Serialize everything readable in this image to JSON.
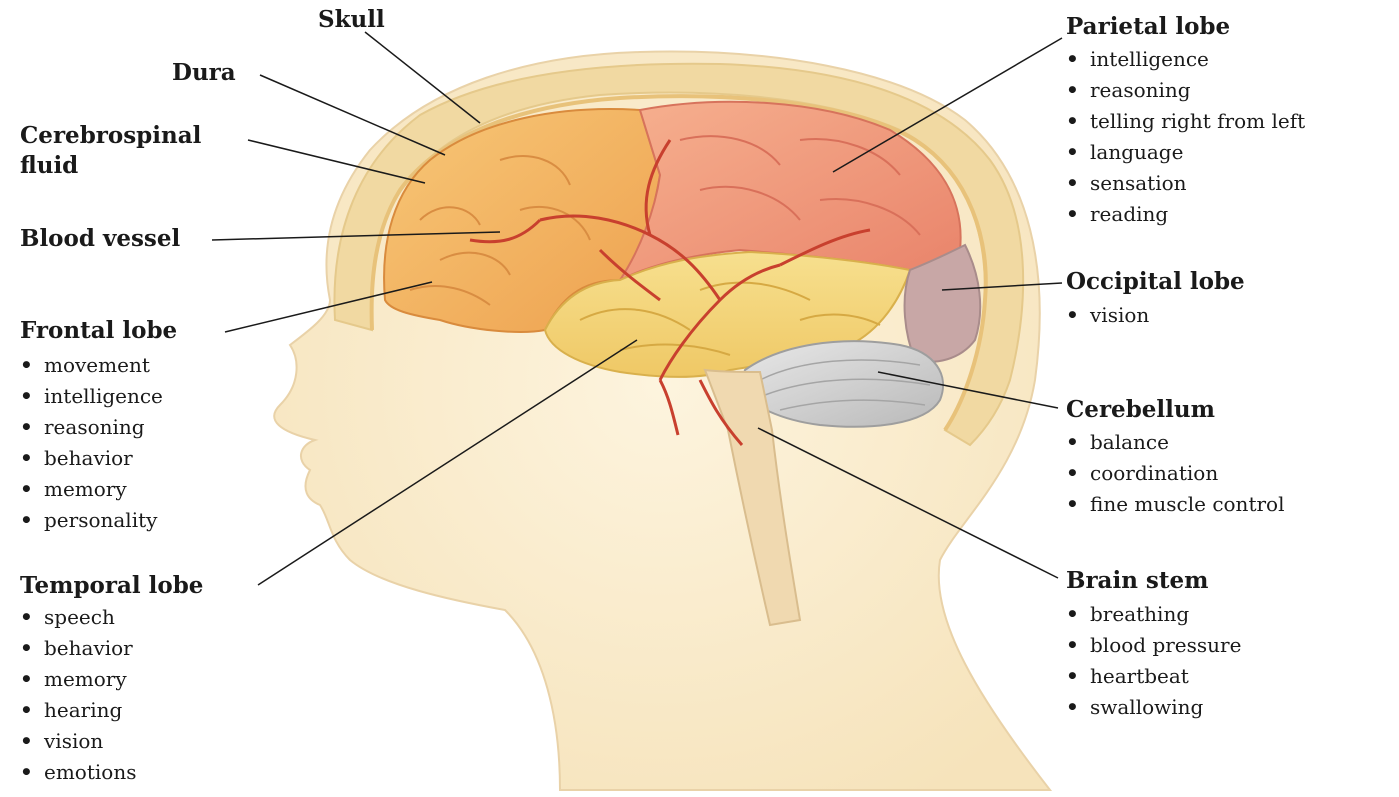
{
  "labels": {
    "skull": "Skull",
    "dura": "Dura",
    "csf": "Cerebrospinal fluid",
    "blood_vessel": "Blood vessel"
  },
  "lobes": {
    "frontal": {
      "title": "Frontal lobe",
      "items": [
        "movement",
        "intelligence",
        "reasoning",
        "behavior",
        "memory",
        "personality"
      ]
    },
    "temporal": {
      "title": "Temporal lobe",
      "items": [
        "speech",
        "behavior",
        "memory",
        "hearing",
        "vision",
        "emotions"
      ]
    },
    "parietal": {
      "title": "Parietal lobe",
      "items": [
        "intelligence",
        "reasoning",
        "telling right from left",
        "language",
        "sensation",
        "reading"
      ]
    },
    "occipital": {
      "title": "Occipital lobe",
      "items": [
        "vision"
      ]
    },
    "cerebellum": {
      "title": "Cerebellum",
      "items": [
        "balance",
        "coordination",
        "fine muscle control"
      ]
    },
    "brain_stem": {
      "title": "Brain stem",
      "items": [
        "breathing",
        "blood pressure",
        "heartbeat",
        "swallowing"
      ]
    }
  },
  "colors": {
    "skin": "#fbeed0",
    "skull": "#f3dba6",
    "frontal": "#f4b463",
    "parietal": "#f29b80",
    "temporal": "#f3d57a",
    "occipital": "#c9a9a8",
    "cerebellum": "#cfcfcf",
    "vessel": "#c8402e"
  }
}
